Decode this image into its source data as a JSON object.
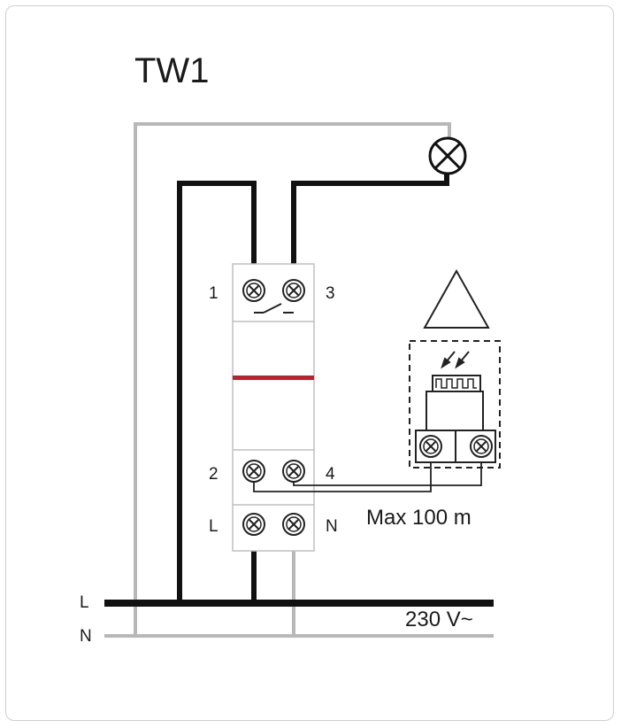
{
  "diagram": {
    "title": "TW1",
    "terminals": {
      "t1": "1",
      "t3": "3",
      "t2": "2",
      "t4": "4",
      "tl": "L",
      "tn": "N"
    },
    "bus": {
      "line_label": "L",
      "neutral_label": "N",
      "voltage": "230 V~"
    },
    "cable_length": "Max 100 m"
  }
}
